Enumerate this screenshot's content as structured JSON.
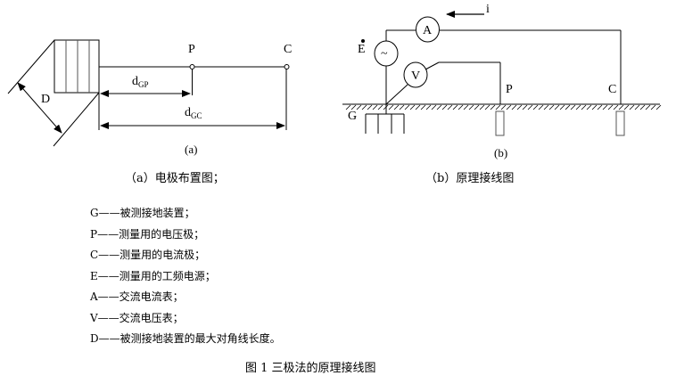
{
  "diagram_a": {
    "label_P": "P",
    "label_C": "C",
    "label_D": "D",
    "label_dGP_main": "d",
    "label_dGP_sub": "GP",
    "label_dGC_main": "d",
    "label_dGC_sub": "GC",
    "sublabel": "(a)",
    "caption": "（a）电极布置图；"
  },
  "diagram_b": {
    "label_i": "i",
    "label_A": "A",
    "label_V": "V",
    "label_E": "E",
    "label_source": "~",
    "label_G": "G",
    "label_P": "P",
    "label_C": "C",
    "sublabel": "(b)",
    "caption": "（b）原理接线图"
  },
  "legend": [
    "G——被测接地装置；",
    "P——测量用的电压极；",
    "C——测量用的电流极；",
    "E——测量用的工频电源；",
    "A——交流电流表；",
    "V——交流电压表；",
    "D——被测接地装置的最大对角线长度。"
  ],
  "figure_caption": "图 1 三极法的原理接线图"
}
